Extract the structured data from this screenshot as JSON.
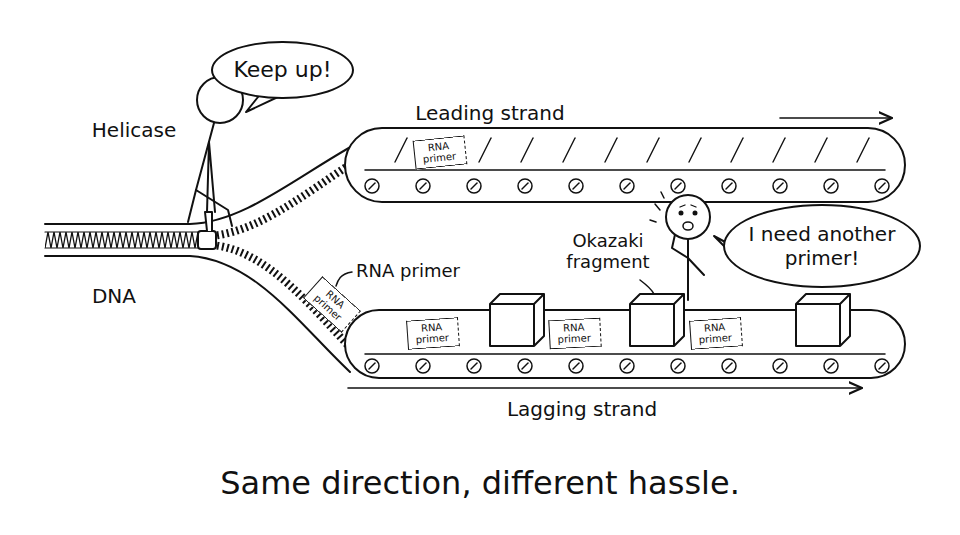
{
  "diagram": {
    "caption": "Same direction, different hassle.",
    "nodes": [
      {
        "text": [
          "Keep up!"
        ]
      },
      {
        "text": [
          "RNA primer"
        ]
      },
      {
        "text": [
          "I need another primer!"
        ]
      },
      {
        "text": [
          "RNA primer"
        ]
      },
      {
        "text": [
          "RNA primer"
        ]
      },
      {
        "text": [
          "RNA primer"
        ]
      },
      {
        "text": [
          "RNA primer"
        ]
      }
    ],
    "labels": [
      "Helicase",
      "Leading strand",
      "RNA primer",
      "DNA",
      "Okazaki fragment",
      "Lagging strand"
    ]
  }
}
